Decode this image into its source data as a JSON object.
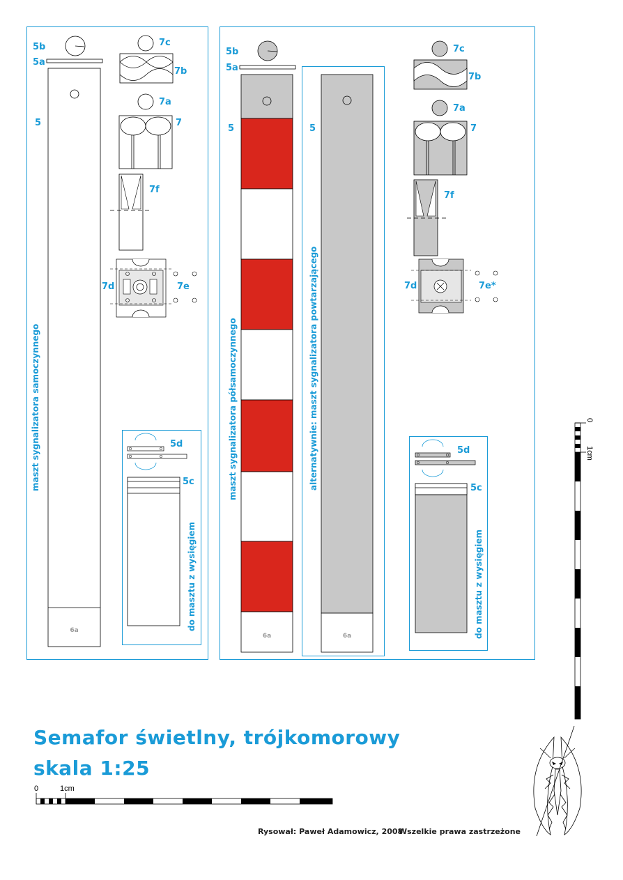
{
  "panels": {
    "left_mast": {
      "vertical_label": "maszt sygnalizatora samoczynnego",
      "labels": {
        "p5b": "5b",
        "p5a": "5a",
        "p5": "5",
        "p7c": "7c",
        "p7b": "7b",
        "p7a": "7a",
        "p7": "7",
        "p7f": "7f",
        "p7d": "7d",
        "p7e": "7e",
        "p6a": "6a"
      },
      "sub_box": {
        "vertical_label": "do masztu z wysięgiem",
        "p5d": "5d",
        "p5c": "5c"
      }
    },
    "right_mast": {
      "vertical_label": "maszt sygnalizatora półsamoczynnego",
      "labels": {
        "p5b": "5b",
        "p5a": "5a",
        "p5": "5",
        "p6a": "6a"
      }
    },
    "alt_mast": {
      "vertical_label": "alternatywnie: maszt sygnalizatora powtarzającego",
      "labels": {
        "p5": "5",
        "p6a": "6a"
      }
    },
    "right_parts": {
      "labels": {
        "p7c": "7c",
        "p7b": "7b",
        "p7a": "7a",
        "p7": "7",
        "p7f": "7f",
        "p7d": "7d",
        "p7e": "7e*"
      },
      "sub_box": {
        "vertical_label": "do masztu z wysięgiem",
        "p5d": "5d",
        "p5c": "5c"
      }
    }
  },
  "title": {
    "line1": "Semafor świetlny, trójkomorowy",
    "line2": "skala 1:25"
  },
  "scale_bar_h": {
    "zero": "0",
    "cm": "1cm"
  },
  "scale_bar_v": {
    "zero": "0",
    "cm": "1cm"
  },
  "credits": {
    "author": "Rysował: Paweł Adamowicz, 2008",
    "rights": "Wszelkie prawa zastrzeżone"
  },
  "colors": {
    "accent": "#1a9bd7",
    "red": "#d9261c",
    "grey": "#c8c8c8"
  }
}
